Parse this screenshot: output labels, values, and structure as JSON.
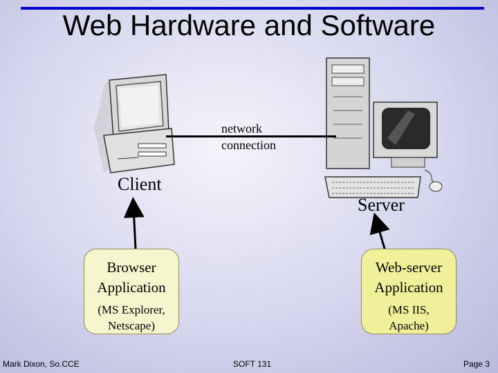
{
  "title": "Web Hardware and Software",
  "diagram": {
    "client_label": "Client",
    "server_label": "Server",
    "network_label_line1": "network",
    "network_label_line2": "connection",
    "browser_box": {
      "line1": "Browser",
      "line2": "Application",
      "sub1": "(MS Explorer,",
      "sub2": "Netscape)"
    },
    "webserver_box": {
      "line1": "Web-server",
      "line2": "Application",
      "sub1": "(MS IIS,",
      "sub2": "Apache)"
    }
  },
  "footer": {
    "author": "Mark Dixon, So.CCE",
    "course": "SOFT 131",
    "page": "Page 3"
  },
  "colors": {
    "title_rule": "#0000cc",
    "box_fill": "#f0f09a",
    "background": "#d6d6ee"
  }
}
